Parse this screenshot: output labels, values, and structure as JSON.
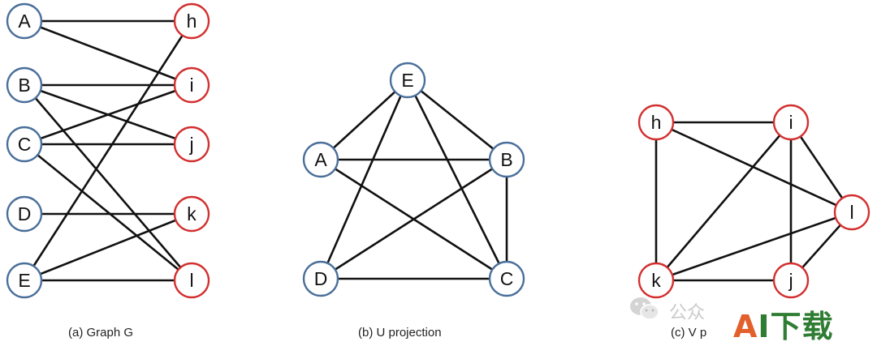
{
  "colors": {
    "left_node": "#4a6f9a",
    "right_node": "#d32f2f",
    "edge": "#111111"
  },
  "graphs": [
    {
      "id": "graph-g",
      "caption": "(a) Graph G",
      "nodes": [
        {
          "id": "A",
          "label": "A",
          "side": "u"
        },
        {
          "id": "B",
          "label": "B",
          "side": "u"
        },
        {
          "id": "C",
          "label": "C",
          "side": "u"
        },
        {
          "id": "D",
          "label": "D",
          "side": "u"
        },
        {
          "id": "E",
          "label": "E",
          "side": "u"
        },
        {
          "id": "h",
          "label": "h",
          "side": "v"
        },
        {
          "id": "i",
          "label": "i",
          "side": "v"
        },
        {
          "id": "j",
          "label": "j",
          "side": "v"
        },
        {
          "id": "k",
          "label": "k",
          "side": "v"
        },
        {
          "id": "l",
          "label": "l",
          "side": "v"
        }
      ],
      "edges": [
        [
          "A",
          "h"
        ],
        [
          "A",
          "i"
        ],
        [
          "B",
          "i"
        ],
        [
          "B",
          "j"
        ],
        [
          "B",
          "l"
        ],
        [
          "C",
          "i"
        ],
        [
          "C",
          "j"
        ],
        [
          "C",
          "l"
        ],
        [
          "D",
          "k"
        ],
        [
          "E",
          "h"
        ],
        [
          "E",
          "k"
        ],
        [
          "E",
          "l"
        ]
      ]
    },
    {
      "id": "u-projection",
      "caption": "(b) U projection",
      "nodes": [
        {
          "id": "E",
          "label": "E",
          "side": "u"
        },
        {
          "id": "A",
          "label": "A",
          "side": "u"
        },
        {
          "id": "B",
          "label": "B",
          "side": "u"
        },
        {
          "id": "D",
          "label": "D",
          "side": "u"
        },
        {
          "id": "C",
          "label": "C",
          "side": "u"
        }
      ],
      "edges": [
        [
          "E",
          "A"
        ],
        [
          "E",
          "B"
        ],
        [
          "E",
          "D"
        ],
        [
          "E",
          "C"
        ],
        [
          "A",
          "B"
        ],
        [
          "A",
          "C"
        ],
        [
          "B",
          "D"
        ],
        [
          "B",
          "C"
        ],
        [
          "D",
          "C"
        ]
      ]
    },
    {
      "id": "v-projection",
      "caption": "(c) V p",
      "nodes": [
        {
          "id": "h",
          "label": "h",
          "side": "v"
        },
        {
          "id": "i",
          "label": "i",
          "side": "v"
        },
        {
          "id": "l",
          "label": "l",
          "side": "v"
        },
        {
          "id": "k",
          "label": "k",
          "side": "v"
        },
        {
          "id": "j",
          "label": "j",
          "side": "v"
        }
      ],
      "edges": [
        [
          "h",
          "i"
        ],
        [
          "h",
          "k"
        ],
        [
          "h",
          "l"
        ],
        [
          "i",
          "k"
        ],
        [
          "i",
          "j"
        ],
        [
          "i",
          "l"
        ],
        [
          "k",
          "l"
        ],
        [
          "k",
          "j"
        ],
        [
          "j",
          "l"
        ]
      ]
    }
  ],
  "watermark": {
    "icon": "wechat-icon",
    "text": "公众",
    "brand_a": "A",
    "brand_rest": "I下载"
  }
}
